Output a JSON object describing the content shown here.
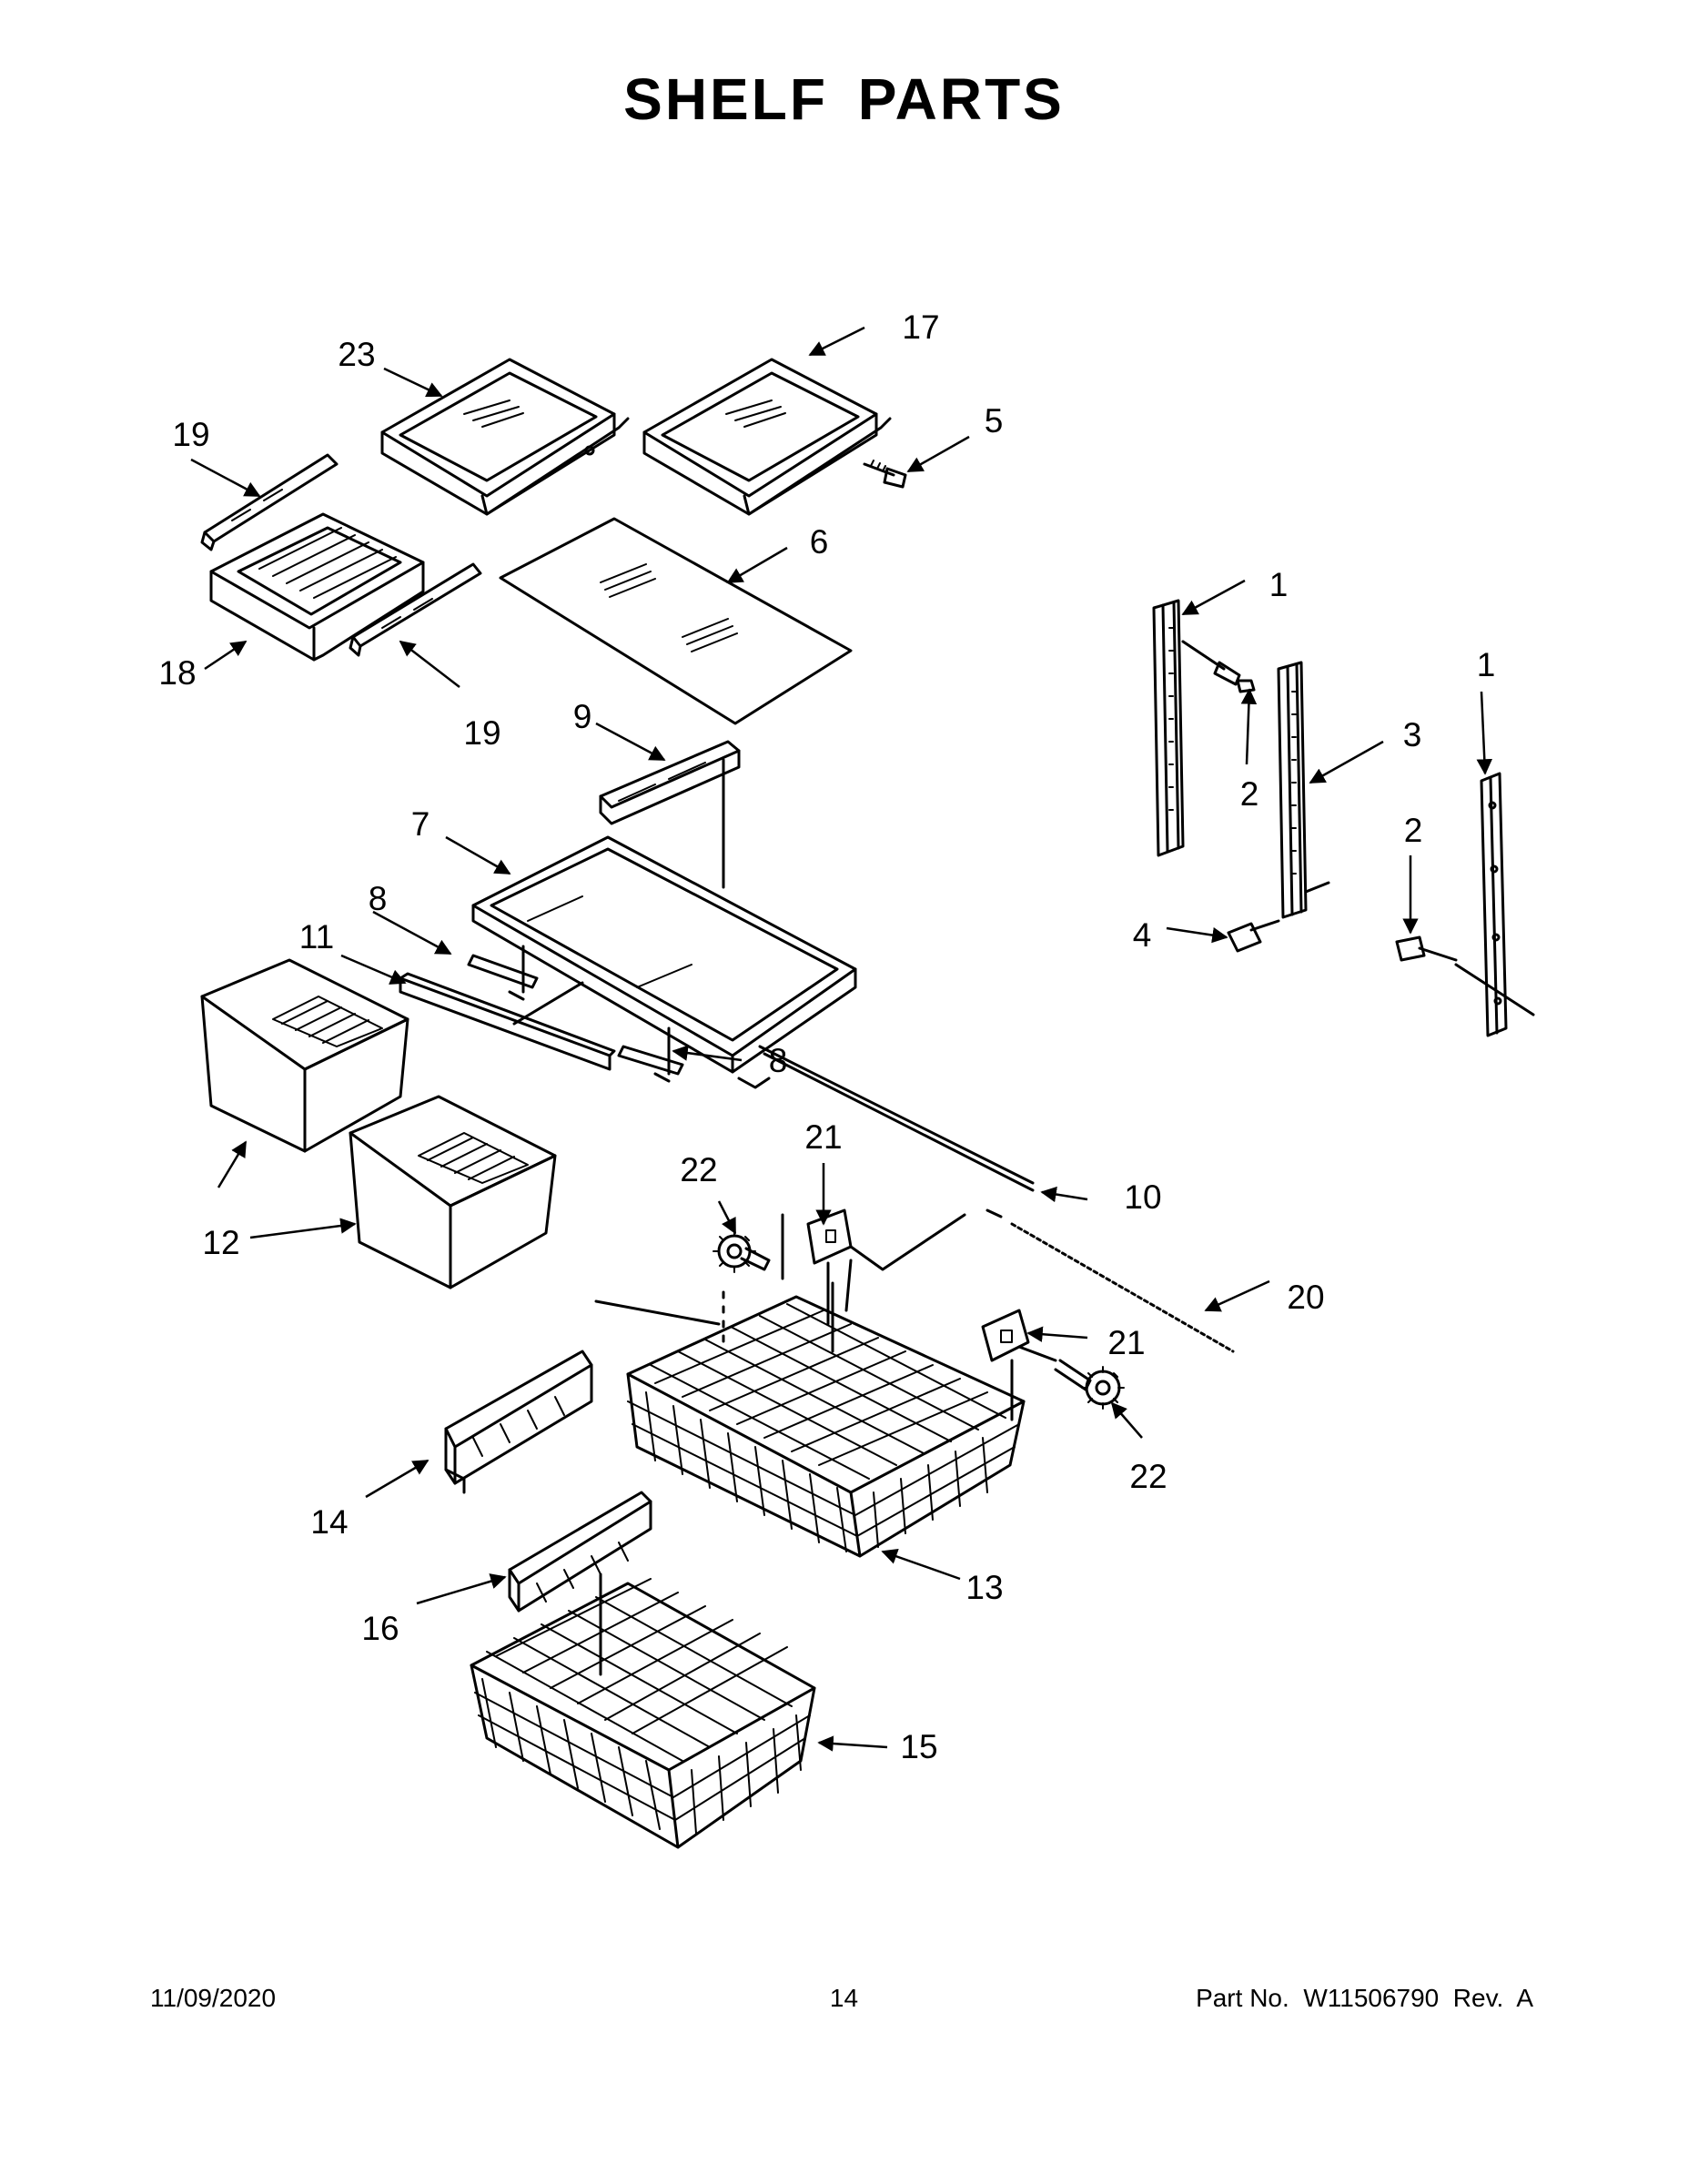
{
  "title": "SHELF PARTS",
  "callouts": {
    "c1a": "1",
    "c1b": "1",
    "c2a": "2",
    "c2b": "2",
    "c3": "3",
    "c4": "4",
    "c5": "5",
    "c6": "6",
    "c7": "7",
    "c8a": "8",
    "c8b": "8",
    "c9": "9",
    "c10": "10",
    "c11": "11",
    "c12": "12",
    "c13": "13",
    "c14": "14",
    "c15": "15",
    "c16": "16",
    "c17": "17",
    "c18": "18",
    "c19a": "19",
    "c19b": "19",
    "c20": "20",
    "c21a": "21",
    "c21b": "21",
    "c22a": "22",
    "c22b": "22",
    "c23": "23"
  },
  "footer": {
    "date": "11/09/2020",
    "page": "14",
    "part": "Part No.  W11506790  Rev.  A"
  }
}
